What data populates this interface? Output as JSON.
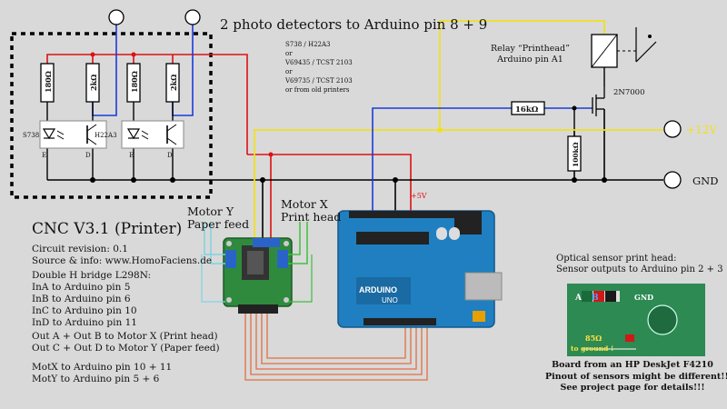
{
  "title": "2 photo detectors to Arduino pin 8 + 9",
  "sensor_models": [
    "S738 / H22A3",
    "or",
    "V69435 / TCST 2103",
    "or",
    "V69735 / TCST 2103",
    "or from old printers"
  ],
  "resistors": {
    "r180a": "180Ω",
    "r2ka": "2kΩ",
    "r180b": "180Ω",
    "r2kb": "2kΩ",
    "r16k": "16kΩ",
    "r100k": "100kΩ"
  },
  "sensor_labels": {
    "s738": "S738",
    "h22a3": "H22A3",
    "e1": "E",
    "d1": "D",
    "e2": "E",
    "d2": "D"
  },
  "relay": {
    "line1": "Relay “Printhead”",
    "line2": "Arduino pin A1",
    "transistor": "2N7000"
  },
  "rails": {
    "v12": "+12V",
    "gnd": "GND",
    "v5": "+5V"
  },
  "motor_y": {
    "line1": "Motor Y",
    "line2": "Paper feed"
  },
  "motor_x": {
    "line1": "Motor X",
    "line2": "Print head"
  },
  "cnc_title": "CNC V3.1 (Printer)",
  "info_lines": [
    "Circuit revision: 0.1",
    "Source & info: www.HomoFaciens.de"
  ],
  "bridge_lines": [
    "Double H bridge L298N:",
    "InA to Arduino pin 5",
    "InB to Arduino pin 6",
    "InC to Arduino pin 10",
    "InD to Arduino pin 11"
  ],
  "out_lines": [
    "Out A + Out B to Motor X (Print head)",
    "Out C + Out D to Motor Y (Paper feed)"
  ],
  "mot_lines": [
    "MotX to Arduino pin 10 + 11",
    "MotY to Arduino pin 5 + 6"
  ],
  "optical": {
    "line1": "Optical sensor print head:",
    "line2": "Sensor outputs to Arduino pin 2 + 3"
  },
  "board_note": [
    "Board from an HP DeskJet F4210",
    "Pinout of sensors might be different!!!",
    "See project page for details!!!"
  ],
  "photo_labels": {
    "a": "A",
    "b": "B",
    "gnd": "GND",
    "ohm": "85Ω",
    "ground": "to ground !"
  },
  "arduino_text": {
    "name": "ARDUINO",
    "uno": "UNO"
  }
}
